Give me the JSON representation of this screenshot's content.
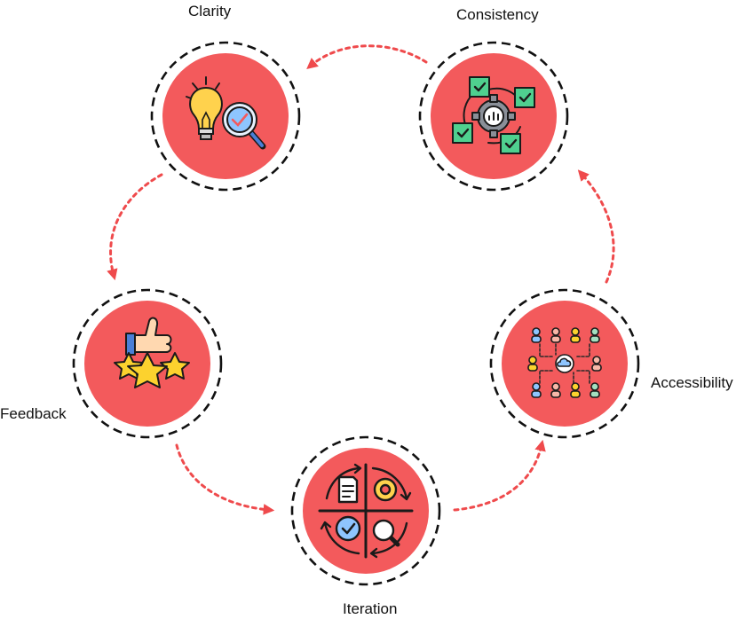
{
  "diagram": {
    "nodes": [
      {
        "id": "clarity",
        "label": "Clarity",
        "icon": "lightbulb-magnifier-icon"
      },
      {
        "id": "consistency",
        "label": "Consistency",
        "icon": "gear-checklist-icon"
      },
      {
        "id": "accessibility",
        "label": "Accessibility",
        "icon": "user-network-icon"
      },
      {
        "id": "iteration",
        "label": "Iteration",
        "icon": "iteration-cycle-icon"
      },
      {
        "id": "feedback",
        "label": "Feedback",
        "icon": "thumbs-up-stars-icon"
      }
    ],
    "flow": [
      "consistency",
      "clarity",
      "feedback",
      "iteration",
      "accessibility",
      "consistency"
    ],
    "colors": {
      "circle_fill": "#f35a5c",
      "ring": "#111111",
      "arrow": "#ef4a4c",
      "check_green": "#4fd08f",
      "star_yellow": "#fcd22e",
      "bulb_yellow": "#ffd24d",
      "blue": "#8ec5ff"
    }
  }
}
